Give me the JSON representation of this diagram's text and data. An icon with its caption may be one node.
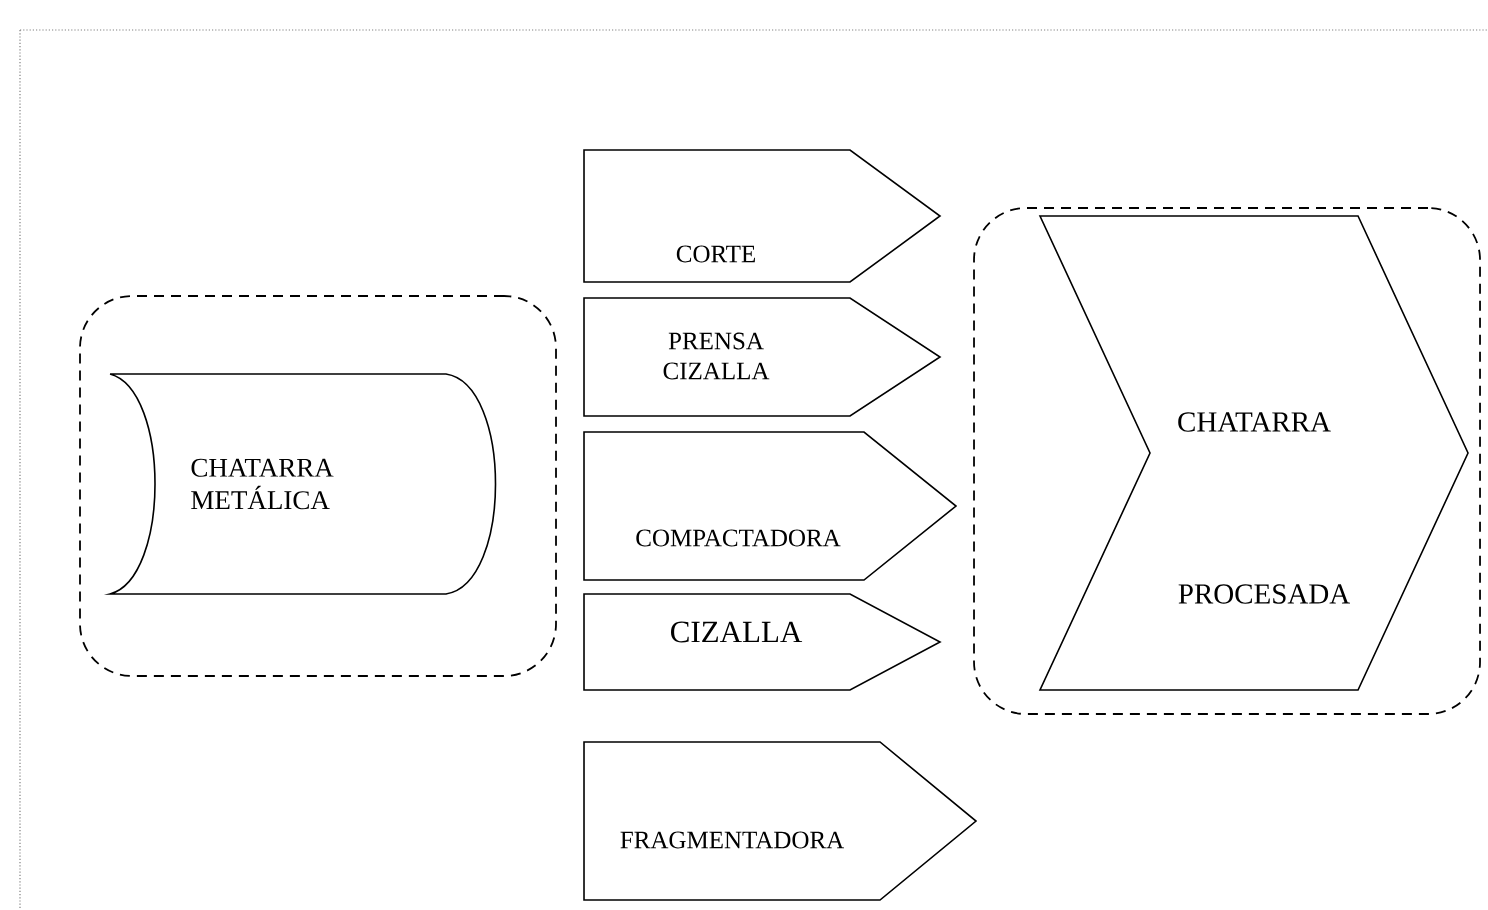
{
  "diagram": {
    "nodes": [
      {
        "text": [],
        "shape": "box"
      },
      {
        "text": [
          "CHATARRA METÁLICA"
        ],
        "in": 0
      },
      {
        "text": [
          "CORTE"
        ]
      },
      {
        "text": [
          "PRENSA CIZALLA"
        ]
      },
      {
        "text": [
          "COMPACTADORA"
        ]
      },
      {
        "text": [
          "CIZALLA"
        ]
      },
      {
        "text": [
          "FRAGMENTADORA"
        ]
      },
      {
        "text": [],
        "shape": "box"
      },
      {
        "text": [
          "CHATARRA",
          "PROCESADA"
        ],
        "in": 7
      }
    ],
    "edges": []
  }
}
